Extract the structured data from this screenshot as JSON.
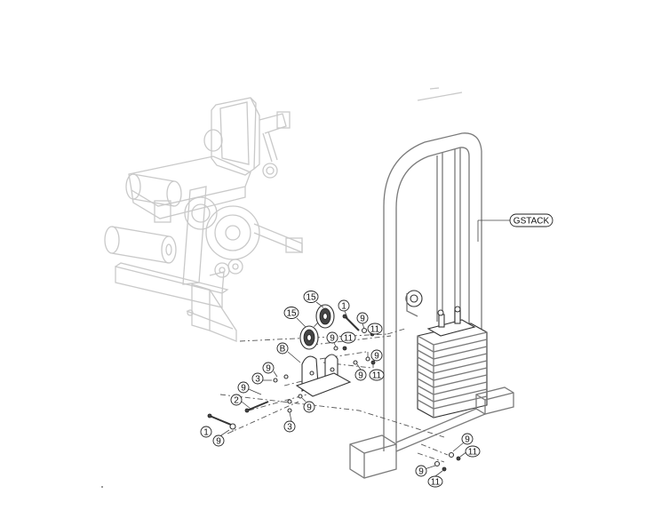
{
  "diagram": {
    "assembly_label": "GSTACK",
    "callouts": [
      {
        "id": "c15a",
        "text": "15"
      },
      {
        "id": "c15b",
        "text": "15"
      },
      {
        "id": "c1a",
        "text": "1"
      },
      {
        "id": "c9a",
        "text": "9"
      },
      {
        "id": "c11a",
        "text": "11"
      },
      {
        "id": "c9b",
        "text": "9"
      },
      {
        "id": "c11b",
        "text": "11"
      },
      {
        "id": "cB",
        "text": "B"
      },
      {
        "id": "c9c",
        "text": "9"
      },
      {
        "id": "c9d",
        "text": "9"
      },
      {
        "id": "c11c",
        "text": "11"
      },
      {
        "id": "c9e",
        "text": "9"
      },
      {
        "id": "c3a",
        "text": "3"
      },
      {
        "id": "c9f",
        "text": "9"
      },
      {
        "id": "c2",
        "text": "2"
      },
      {
        "id": "c3b",
        "text": "3"
      },
      {
        "id": "c9g",
        "text": "9"
      },
      {
        "id": "c1b",
        "text": "1"
      },
      {
        "id": "c9h",
        "text": "9"
      },
      {
        "id": "c9i",
        "text": "9"
      },
      {
        "id": "c11d",
        "text": "11"
      },
      {
        "id": "c9j",
        "text": "9"
      },
      {
        "id": "c11e",
        "text": "11"
      }
    ]
  }
}
